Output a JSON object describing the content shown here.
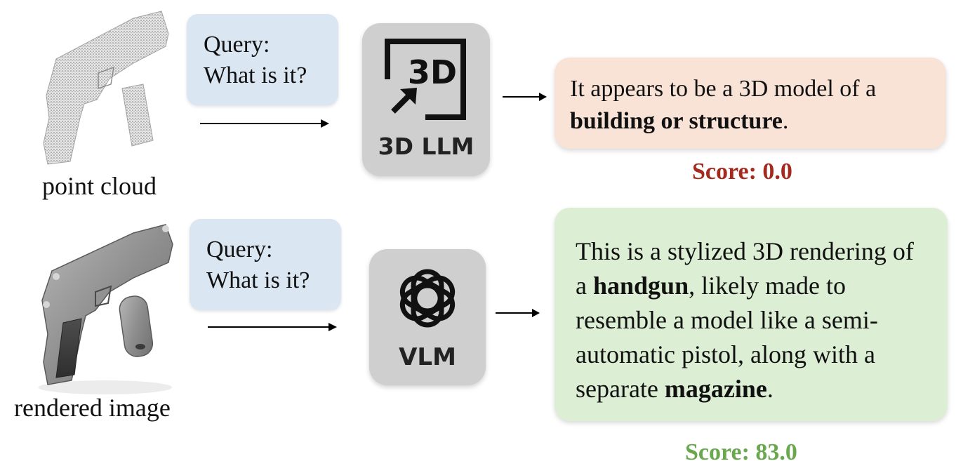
{
  "row1": {
    "caption": "point cloud",
    "query_line1": "Query:",
    "query_line2": "What is it?",
    "model_icon_text": "3D",
    "model_label": "3D LLM",
    "response_pre": "It appears to be a 3D model of a ",
    "response_bold": "building or structure",
    "response_post": ".",
    "score": "Score: 0.0"
  },
  "row2": {
    "caption": "rendered image",
    "query_line1": "Query:",
    "query_line2": "What is it?",
    "model_label": "VLM",
    "response_pre": "This is a stylized 3D rendering of a ",
    "response_bold1": "handgun",
    "response_mid": ", likely made to resemble a model like a semi-automatic pistol, along with a separate ",
    "response_bold2": "magazine",
    "response_post": ".",
    "score": "Score: 83.0"
  },
  "colors": {
    "query_bg": "#dbe6f3",
    "model_bg": "#cfcfcf",
    "response1_bg": "#f9e3d6",
    "response2_bg": "#dcefd4",
    "score_bad": "#a52a1e",
    "score_good": "#6aa84f"
  },
  "icons": [
    "point-cloud-pistol-image",
    "rendered-pistol-image",
    "3d-box-icon",
    "openai-knot-icon"
  ]
}
